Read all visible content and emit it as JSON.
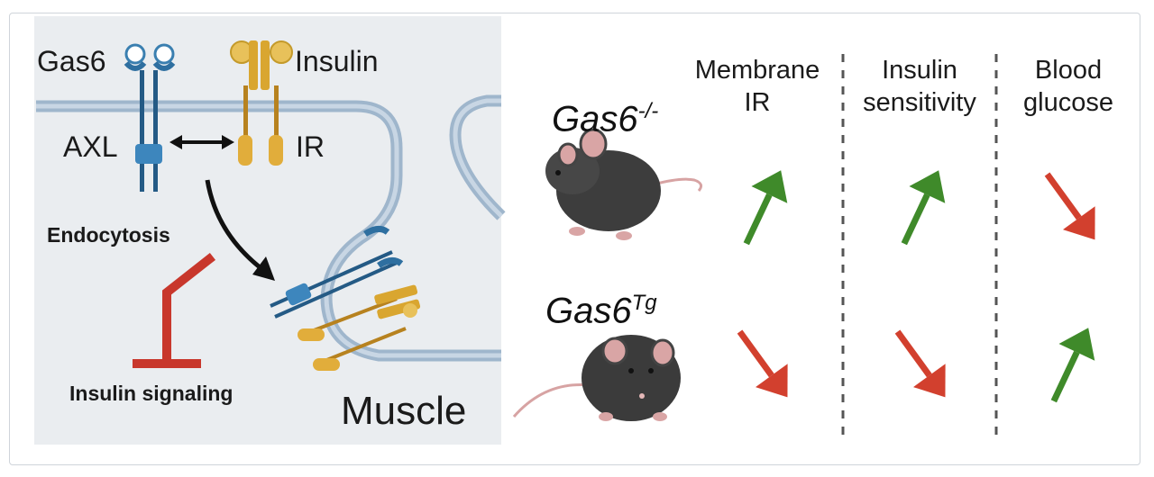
{
  "diagram": {
    "labels": {
      "ligand_gas6": "Gas6",
      "ligand_insulin": "Insulin",
      "receptor_axl": "AXL",
      "receptor_ir": "IR",
      "process_endocytosis": "Endocytosis",
      "inhibited": "Insulin signaling",
      "tissue": "Muscle"
    },
    "columns": {
      "membrane_ir": [
        "Membrane",
        "IR"
      ],
      "insulin_sensitivity": [
        "Insulin",
        "sensitivity"
      ],
      "blood_glucose": [
        "Blood",
        "glucose"
      ]
    },
    "rows": [
      {
        "name_base": "Gas6",
        "name_sup": "-/-",
        "membrane_ir": "up",
        "insulin_sensitivity": "up",
        "blood_glucose": "down"
      },
      {
        "name_base": "Gas6",
        "name_sup": "Tg",
        "membrane_ir": "down",
        "insulin_sensitivity": "down",
        "blood_glucose": "up"
      }
    ]
  }
}
